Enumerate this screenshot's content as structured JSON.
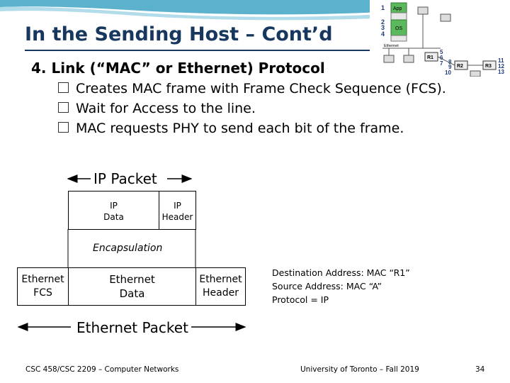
{
  "slide": {
    "title": "In the Sending Host – Cont’d",
    "heading": "4. Link (“MAC” or Ethernet) Protocol",
    "bullets": [
      "Creates MAC frame with Frame Check Sequence (FCS).",
      "Wait for Access to the line.",
      "MAC requests PHY to send each bit of the frame."
    ]
  },
  "thumbnail": {
    "layers": [
      "1",
      "2",
      "3",
      "4"
    ],
    "app_label": "App",
    "os_label": "OS",
    "ethernet_label": "Ethernet",
    "router_numbers": [
      "5",
      "6",
      "7"
    ],
    "router_labels": [
      "R1",
      "R2",
      "R3"
    ],
    "numbers_mid": [
      "8",
      "9",
      "10"
    ],
    "numbers_right": [
      "11",
      "12",
      "13"
    ]
  },
  "diagram": {
    "ip_packet_label": "IP Packet",
    "ip_data": "IP\nData",
    "ip_header": "IP\nHeader",
    "encapsulation": "Encapsulation",
    "eth_fcs": "Ethernet\nFCS",
    "eth_data": "Ethernet\nData",
    "eth_header": "Ethernet\nHeader",
    "ethernet_packet_label": "Ethernet Packet",
    "header_details": [
      "Destination Address: MAC “R1”",
      "Source Address: MAC “A”",
      "Protocol = IP"
    ]
  },
  "footer": {
    "course": "CSC 458/CSC 2209 – Computer Networks",
    "university": "University of Toronto – Fall 2019",
    "page": "34"
  }
}
